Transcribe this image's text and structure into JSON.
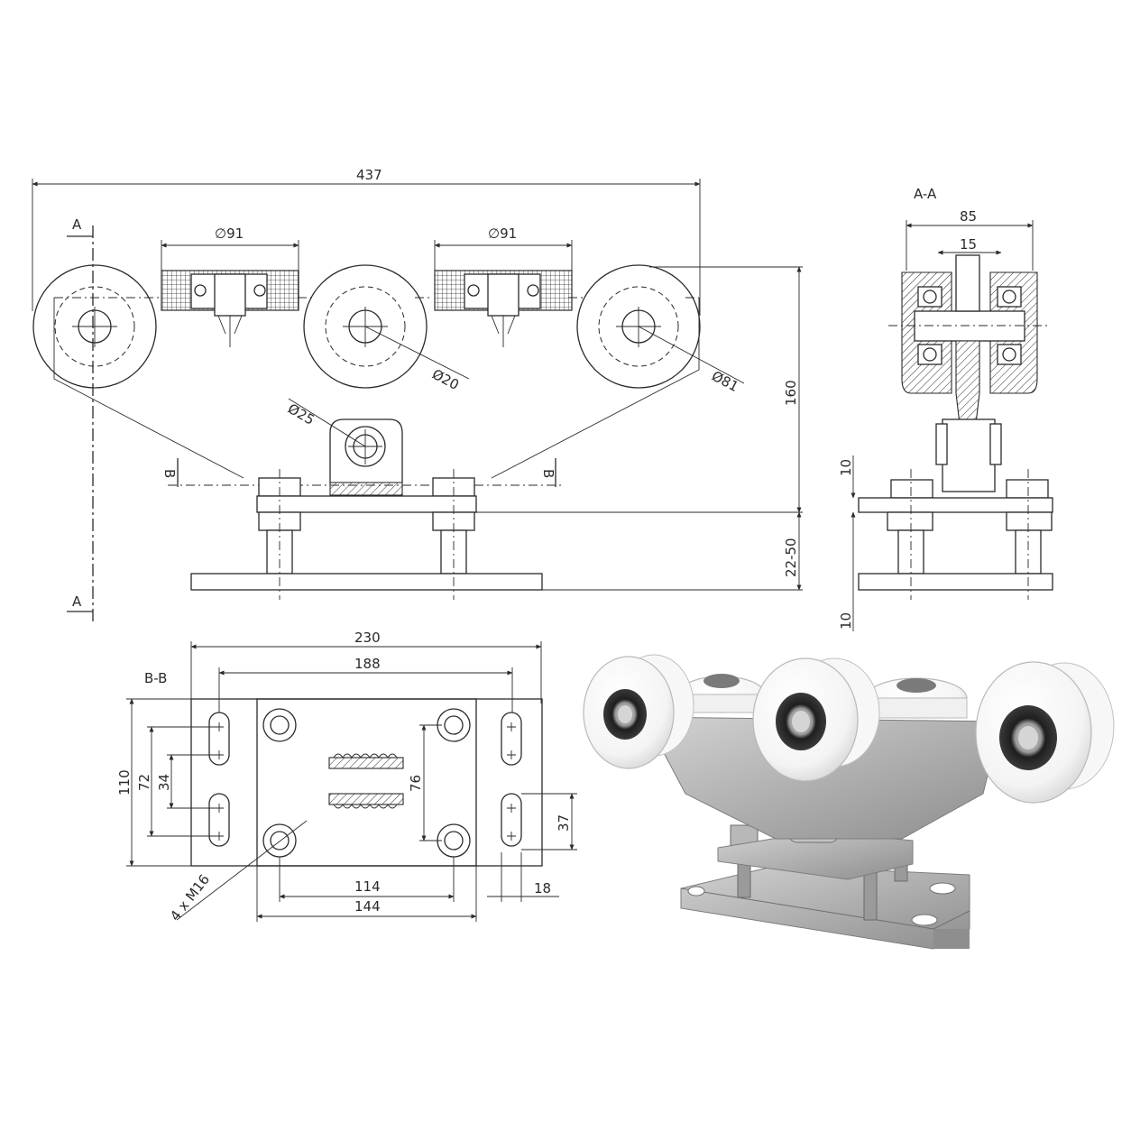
{
  "dimensions": {
    "overall_length": "437",
    "wheel_dia_1": "∅91",
    "wheel_dia_2": "∅91",
    "axle_dia": "Ø20",
    "wheel_outer_dia": "Ø81",
    "pin_dia": "Ø25",
    "height": "160",
    "adjust": "22-50",
    "section_a_width": "85",
    "section_a_inner": "15",
    "plate_thick_top": "10",
    "plate_thick_bottom": "10",
    "base_width": "230",
    "slot_span": "188",
    "height_110": "110",
    "slot_72": "72",
    "slot_34": "34",
    "hole_76": "76",
    "slot_37": "37",
    "hole_114": "114",
    "bolt_144": "144",
    "edge_18": "18",
    "bolts": "4 x M16"
  },
  "labels": {
    "section_a_top": "A",
    "section_a_bottom": "A",
    "section_aa": "A-A",
    "section_b_left": "B",
    "section_b_right": "B",
    "section_bb": "B-B"
  },
  "colors": {
    "line": "#2a2a2a",
    "steel": "#b4b4b4",
    "nylon": "#ffffff"
  }
}
